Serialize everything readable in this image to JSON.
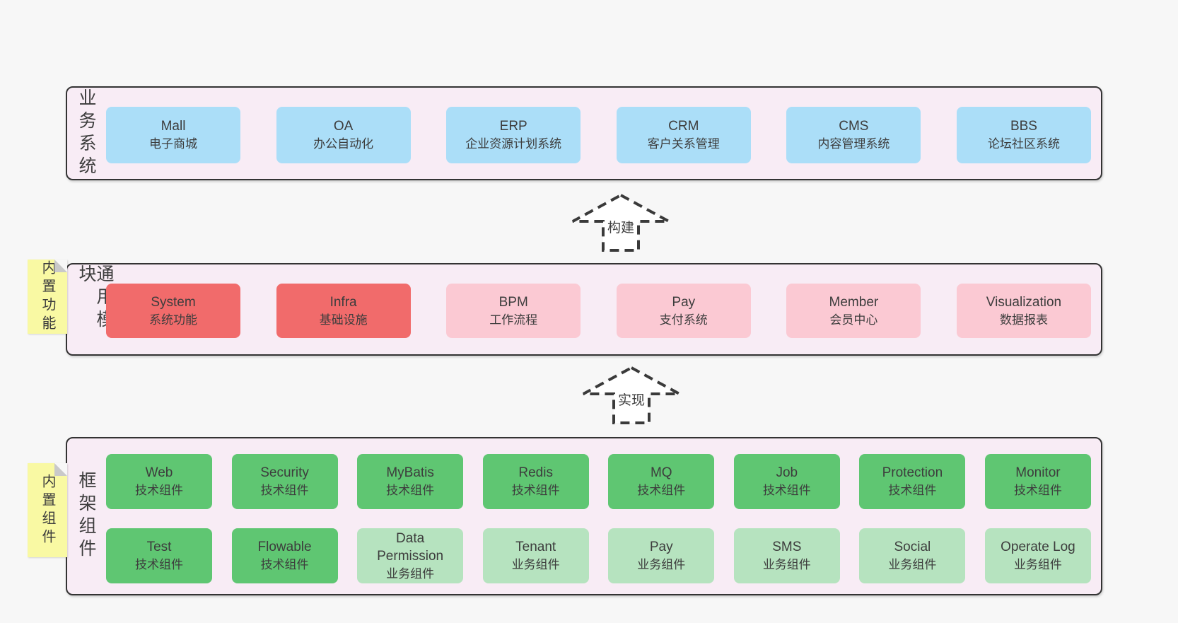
{
  "diagram": {
    "business_layer": {
      "label": "业务系统",
      "boxes": [
        {
          "name": "Mall",
          "desc": "电子商城"
        },
        {
          "name": "OA",
          "desc": "办公自动化"
        },
        {
          "name": "ERP",
          "desc": "企业资源计划系统"
        },
        {
          "name": "CRM",
          "desc": "客户关系管理"
        },
        {
          "name": "CMS",
          "desc": "内容管理系统"
        },
        {
          "name": "BBS",
          "desc": "论坛社区系统"
        }
      ]
    },
    "arrows": [
      {
        "label": "构建"
      },
      {
        "label": "实现"
      }
    ],
    "module_layer": {
      "label": "通用模块",
      "sticky": "内置功能",
      "boxes": [
        {
          "name": "System",
          "desc": "系统功能"
        },
        {
          "name": "Infra",
          "desc": "基础设施"
        },
        {
          "name": "BPM",
          "desc": "工作流程"
        },
        {
          "name": "Pay",
          "desc": "支付系统"
        },
        {
          "name": "Member",
          "desc": "会员中心"
        },
        {
          "name": "Visualization",
          "desc": "数据报表"
        }
      ]
    },
    "component_layer": {
      "label": "框架组件",
      "sticky": "内置组件",
      "row1": [
        {
          "name": "Web",
          "desc": "技术组件"
        },
        {
          "name": "Security",
          "desc": "技术组件"
        },
        {
          "name": "MyBatis",
          "desc": "技术组件"
        },
        {
          "name": "Redis",
          "desc": "技术组件"
        },
        {
          "name": "MQ",
          "desc": "技术组件"
        },
        {
          "name": "Job",
          "desc": "技术组件"
        },
        {
          "name": "Protection",
          "desc": "技术组件"
        },
        {
          "name": "Monitor",
          "desc": "技术组件"
        }
      ],
      "row2": [
        {
          "name": "Test",
          "desc": "技术组件"
        },
        {
          "name": "Flowable",
          "desc": "技术组件"
        },
        {
          "name": "Data Permission",
          "desc": "业务组件"
        },
        {
          "name": "Tenant",
          "desc": "业务组件"
        },
        {
          "name": "Pay",
          "desc": "业务组件"
        },
        {
          "name": "SMS",
          "desc": "业务组件"
        },
        {
          "name": "Social",
          "desc": "业务组件"
        },
        {
          "name": "Operate Log",
          "desc": "业务组件"
        }
      ]
    }
  },
  "colors": {
    "page_bg": "#f7f7f7",
    "layer_bg": "#f8ecf5",
    "layer_border": "#333333",
    "blue_box": "#abdef8",
    "red_box": "#f16b6b",
    "pink_box": "#fbc9d3",
    "green_box": "#5fc672",
    "light_green_box": "#b6e3bf",
    "sticky_note": "#f9f9a3",
    "arrow_stroke": "#3a3a3a",
    "text": "#3d3d3d"
  }
}
